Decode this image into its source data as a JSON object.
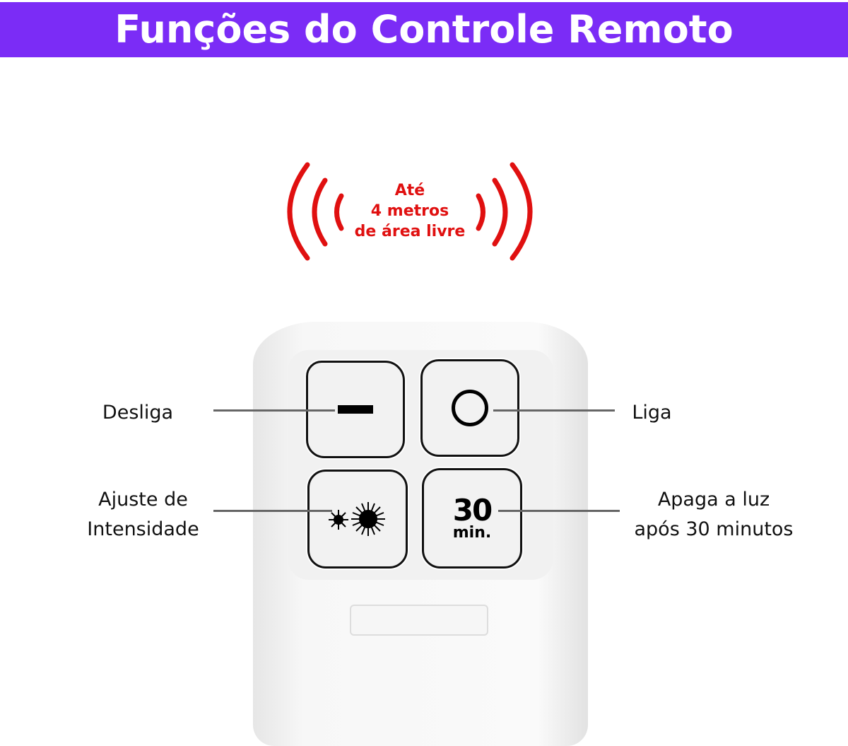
{
  "header": {
    "title": "Funções do Controle Remoto"
  },
  "range": {
    "line1": "Até",
    "line2": "4 metros",
    "line3": "de área livre"
  },
  "buttons": {
    "off": {
      "label": "Desliga",
      "icon": "minus-icon"
    },
    "on": {
      "label": "Liga",
      "icon": "circle-icon"
    },
    "dimmer": {
      "label_line1": "Ajuste de",
      "label_line2": "Intensidade",
      "icon": "sun-icon"
    },
    "timer": {
      "number": "30",
      "unit": "min.",
      "label_line1": "Apaga a luz",
      "label_line2": "após 30 minutos"
    }
  },
  "colors": {
    "header": "#7b2cf6",
    "signal": "#e01010"
  }
}
